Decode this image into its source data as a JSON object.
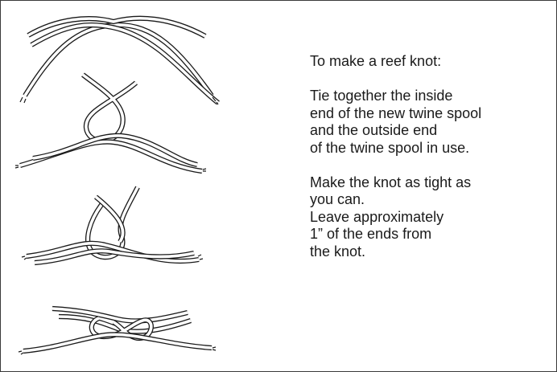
{
  "instructions": {
    "heading": "To make a reef knot:",
    "para1": [
      "Tie together the inside",
      "end of the new twine spool",
      "and the outside end",
      "of the twine spool in use."
    ],
    "para2": [
      "Make the knot as tight as",
      "you can.",
      "Leave approximately",
      "1” of the ends from",
      "the knot."
    ]
  },
  "colors": {
    "border": "#3a3a3a",
    "ink": "#1a1a1a",
    "background": "#ffffff"
  }
}
